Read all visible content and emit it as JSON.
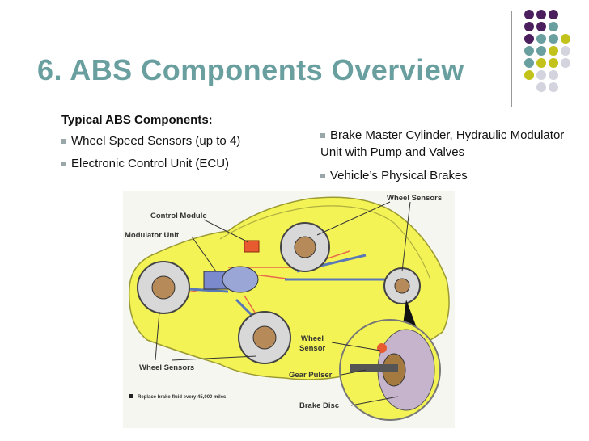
{
  "slide": {
    "title": "6.  ABS Components Overview",
    "left": {
      "heading": "Typical ABS Components:",
      "bullets": [
        "Wheel Speed Sensors (up to 4)",
        "Electronic Control Unit (ECU)"
      ]
    },
    "right": {
      "bullets": [
        "Brake Master Cylinder, Hydraulic Modulator Unit with Pump and Valves",
        "Vehicle’s Physical Brakes"
      ]
    }
  },
  "diagram": {
    "labels": {
      "control_module": "Control Module",
      "modulator_unit": "Modulator Unit",
      "wheel_sensors_top": "Wheel Sensors",
      "wheel_sensors_bottom": "Wheel Sensors",
      "wheel": "Wheel",
      "sensor": "Sensor",
      "gear_pulser": "Gear Pulser",
      "brake_disc": "Brake Disc",
      "footnote": "Replace brake fluid every 45,000 miles"
    }
  },
  "colors": {
    "title": "#6a9fa0",
    "dot_purple": "#4b1f5e",
    "dot_teal": "#6a9fa0",
    "dot_olive": "#c2c21a",
    "dot_grey": "#d4d4de",
    "car_body": "#f3f356"
  }
}
